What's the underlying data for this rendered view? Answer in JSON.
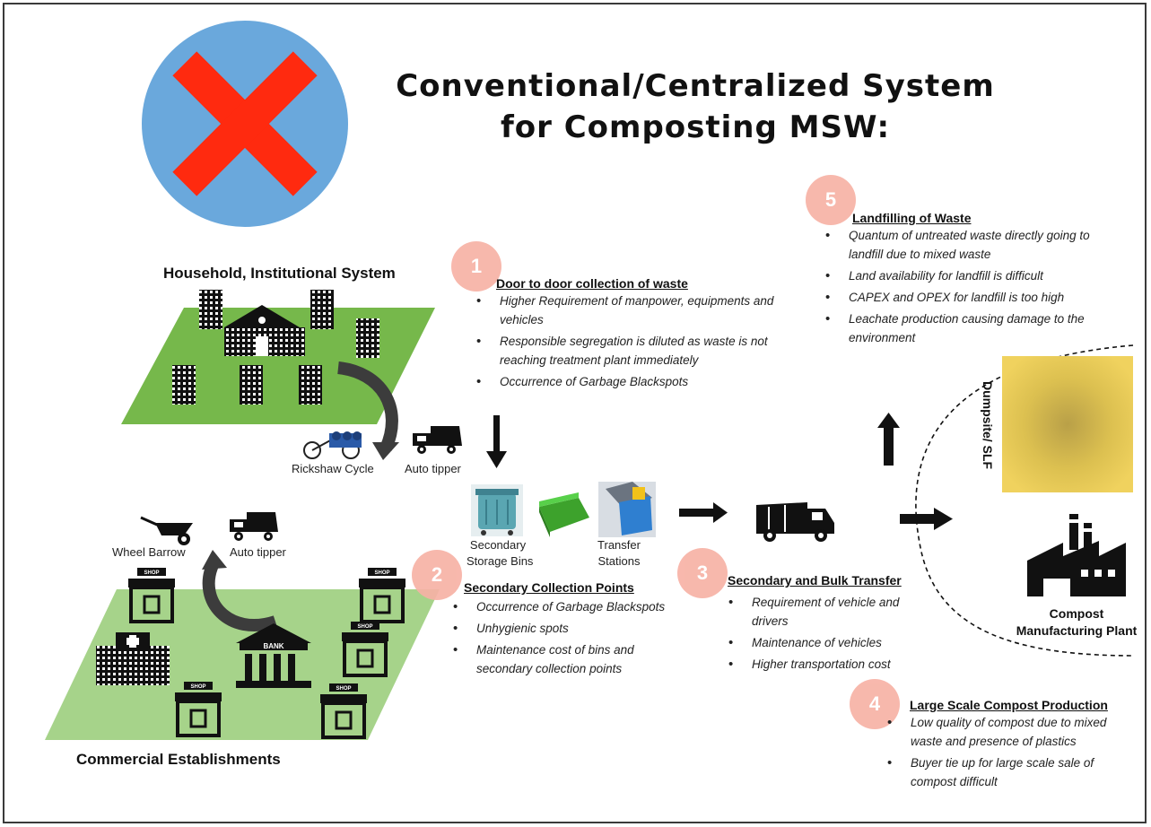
{
  "title_line1": "Conventional/Centralized System",
  "title_line2": "for Composting MSW:",
  "household_label": "Household, Institutional System",
  "commercial_label": "Commercial Establishments",
  "vehicles": {
    "rickshaw": "Rickshaw Cycle",
    "auto_tipper_top": "Auto tipper",
    "wheel_barrow": "Wheel Barrow",
    "auto_tipper_bottom": "Auto tipper"
  },
  "bins": {
    "secondary_line1": "Secondary",
    "secondary_line2": "Storage Bins",
    "transfer_line1": "Transfer",
    "transfer_line2": "Stations"
  },
  "shop_text": "SHOP",
  "bank_text": "BANK",
  "step1": {
    "num": "1",
    "title": "Door to door collection of waste",
    "bullets": [
      "Higher Requirement of manpower, equipments and vehicles",
      "Responsible segregation is diluted as waste is not reaching treatment plant immediately",
      "Occurrence of Garbage Blackspots"
    ]
  },
  "step2": {
    "num": "2",
    "title": "Secondary Collection Points",
    "bullets": [
      "Occurrence of Garbage Blackspots",
      "Unhygienic spots",
      "Maintenance cost of bins and secondary collection points"
    ]
  },
  "step3": {
    "num": "3",
    "title": "Secondary and Bulk Transfer",
    "bullets": [
      "Requirement of vehicle and drivers",
      "Maintenance of vehicles",
      "Higher transportation cost"
    ]
  },
  "step4": {
    "num": "4",
    "title": "Large Scale Compost Production",
    "bullets": [
      "Low quality of compost due to mixed waste and presence of plastics",
      "Buyer tie up  for large scale sale of compost difficult"
    ]
  },
  "step5": {
    "num": "5",
    "title": "Landfilling of Waste",
    "bullets": [
      "Quantum of untreated waste directly going to landfill due to mixed waste",
      "Land availability for landfill is difficult",
      "CAPEX and OPEX for landfill is too high",
      "Leachate production causing damage to the environment"
    ]
  },
  "dumpsite_label": "Dumpsite/ SLF",
  "compost_plant_line1": "Compost",
  "compost_plant_line2": "Manufacturing Plant",
  "colors": {
    "x_circle": "#6aa8dc",
    "x_mark": "#ff2a0f",
    "green_upper": "#76b84b",
    "green_lower": "#a6d38a",
    "step_circle": "#f7b2a6",
    "bin_teal": "#5aa6b2",
    "bin_green": "#4fbf3d",
    "dumpsite": "#e8c84a"
  }
}
